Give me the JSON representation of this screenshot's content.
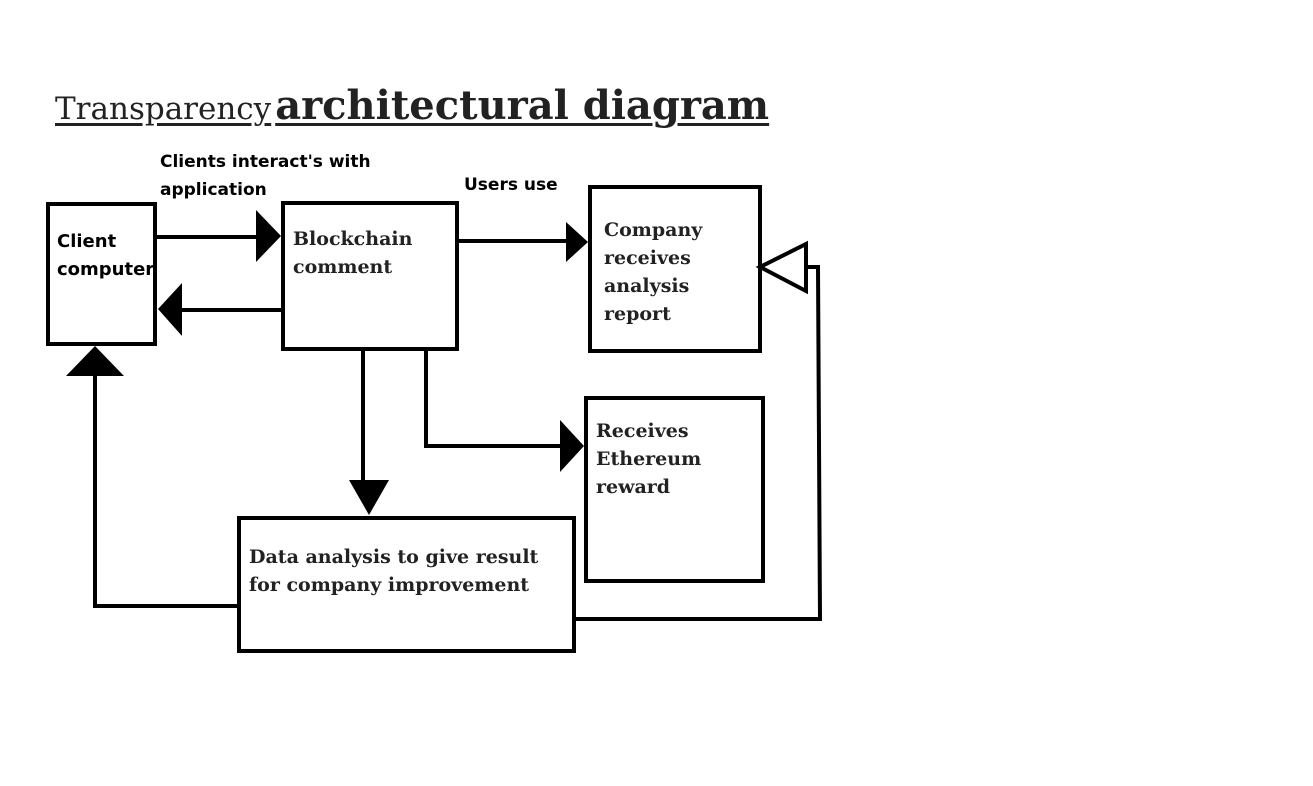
{
  "title": {
    "part1": "Transparency",
    "part2": "architectural diagram"
  },
  "nodes": {
    "client_computer": {
      "line1": "Client",
      "line2": "computer"
    },
    "blockchain_comment": {
      "line1": "Blockchain",
      "line2": "comment"
    },
    "company_report": {
      "line1": "Company",
      "line2": "receives",
      "line3": "analysis",
      "line4": "report"
    },
    "ethereum_reward": {
      "line1": "Receives",
      "line2": "Ethereum",
      "line3": "reward"
    },
    "data_analysis": {
      "line1": "Data analysis to give result",
      "line2": "for company improvement"
    }
  },
  "edges": {
    "client_to_blockchain": {
      "line1": "Clients interact's with",
      "line2": "application"
    },
    "blockchain_to_company": {
      "label": "Users use"
    }
  }
}
